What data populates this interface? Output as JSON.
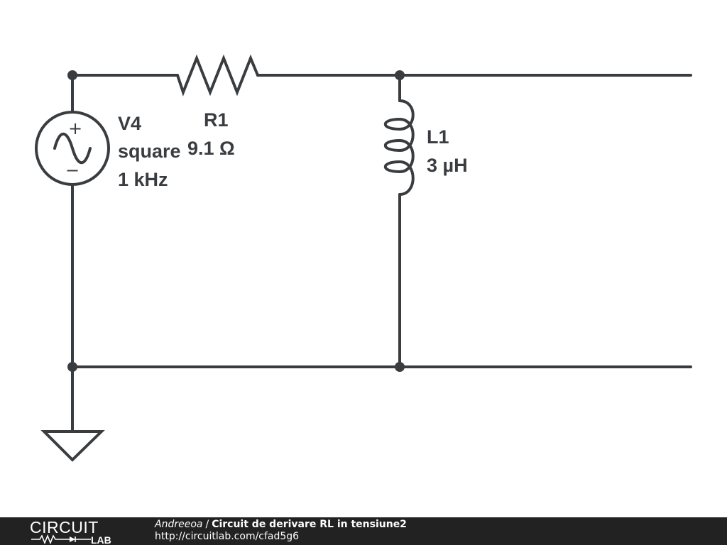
{
  "schematic": {
    "source": {
      "name": "V4",
      "waveform": "square",
      "frequency": "1 kHz",
      "plus": "+",
      "minus": "−"
    },
    "resistor": {
      "name": "R1",
      "value": "9.1 Ω"
    },
    "inductor": {
      "name": "L1",
      "value": "3 µH"
    }
  },
  "footer": {
    "logo_top": "CIRCUIT",
    "logo_bottom": "LAB",
    "author": "Andreeoa",
    "separator": "/",
    "title": "Circuit de derivare RL in tensiune2",
    "url": "http://circuitlab.com/cfad5g6"
  },
  "colors": {
    "wire": "#3a3d40",
    "footer_bg": "#222222",
    "footer_text": "#ffffff"
  }
}
